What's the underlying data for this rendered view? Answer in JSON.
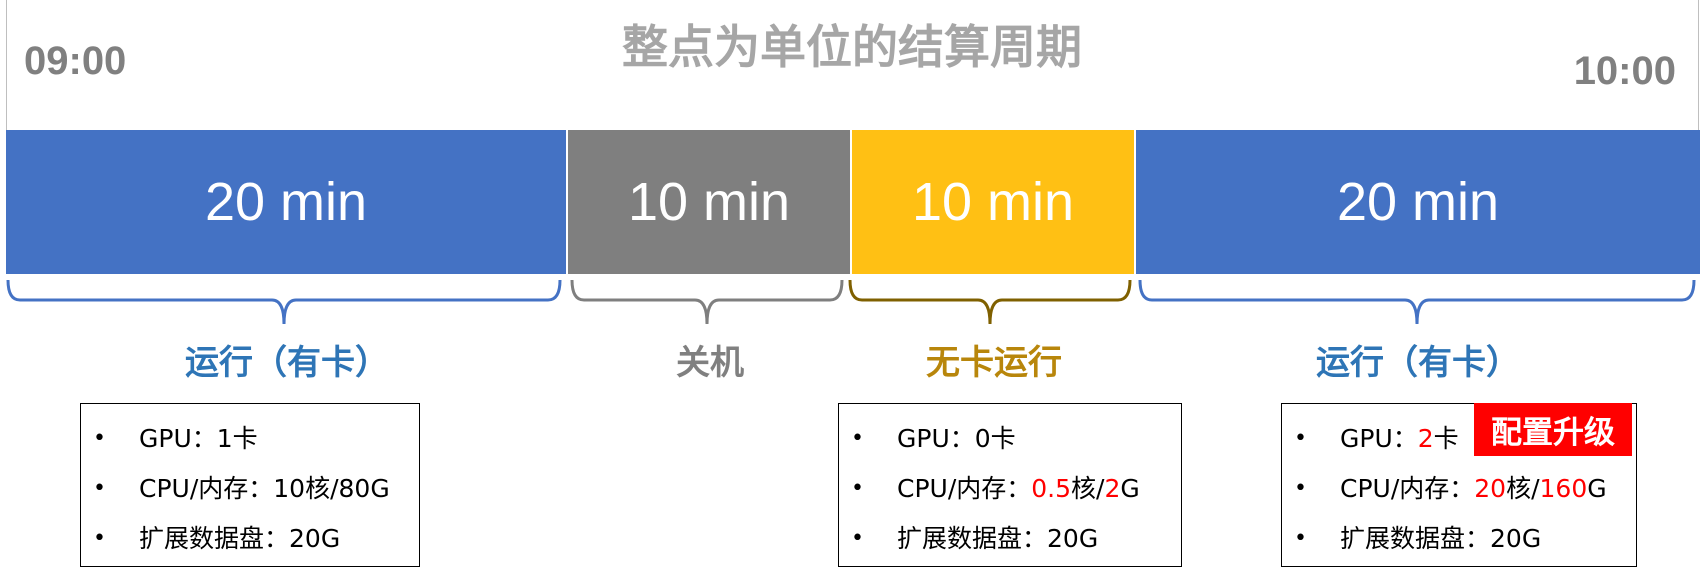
{
  "title": "整点为单位的结算周期",
  "time_start": "09:00",
  "time_end": "10:00",
  "colors": {
    "running": "#4472c4",
    "shutdown": "#7f7f7f",
    "no_gpu": "#ffc014",
    "running_label": "#2e75b6",
    "shutdown_label": "#808080",
    "no_gpu_label": "#b8860b",
    "highlight": "#ff0000"
  },
  "segments": [
    {
      "duration": "20 min",
      "minutes": 20,
      "state": "运行（有卡）"
    },
    {
      "duration": "10 min",
      "minutes": 10,
      "state": "关机"
    },
    {
      "duration": "10 min",
      "minutes": 10,
      "state": "无卡运行"
    },
    {
      "duration": "20 min",
      "minutes": 20,
      "state": "运行（有卡）"
    }
  ],
  "specs": {
    "seg1": {
      "gpu_label": "GPU：",
      "gpu_value": "1",
      "gpu_unit": "卡",
      "cpu_label": "CPU/内存：",
      "cpu_cores": "10",
      "cpu_core_unit": "核/",
      "mem_value": "80",
      "mem_unit": "G",
      "disk_label": "扩展数据盘：",
      "disk_value": "20G"
    },
    "seg3": {
      "gpu_label": "GPU：",
      "gpu_value": "0",
      "gpu_unit": "卡",
      "cpu_label": "CPU/内存：",
      "cpu_cores": "0.5",
      "cpu_core_unit": "核/",
      "mem_value": "2",
      "mem_unit": "G",
      "disk_label": "扩展数据盘：",
      "disk_value": "20G"
    },
    "seg4": {
      "gpu_label": "GPU：",
      "gpu_value": "2",
      "gpu_unit": "卡",
      "cpu_label": "CPU/内存：",
      "cpu_cores": "20",
      "cpu_core_unit": "核/",
      "mem_value": "160",
      "mem_unit": "G",
      "disk_label": "扩展数据盘：",
      "disk_value": "20G"
    }
  },
  "bullet": "•",
  "upgrade_badge": "配置升级"
}
